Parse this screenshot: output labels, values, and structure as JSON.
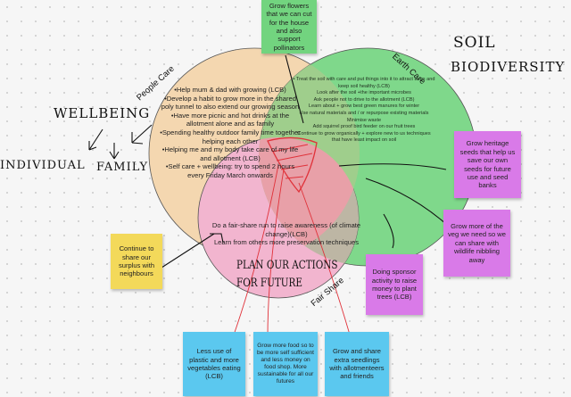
{
  "colors": {
    "people_care": "#f4d7b0",
    "earth_care": "#7fd88b",
    "fair_share": "#f2b5cf",
    "overlap_pe": "#b9c79a",
    "overlap_ef": "#bdb6a4",
    "red_ink": "#e0323a",
    "yellow_note": "#f3d95a",
    "green_note": "#72d47f",
    "purple_note": "#d97ae8",
    "blue_note": "#5bc8ef"
  },
  "venn": {
    "people_care": {
      "label": "People Care",
      "items": [
        "•Help mum & dad with growing (LCB)",
        "•Develop a habit to grow more in the shared poly tunnel to also extend our growing season",
        "•Have more picnic and hot drinks at the allotment alone and as family",
        "•Spending healthy outdoor family time together helping each other",
        "•Helping me and my body take care of my life and allotment (LCB)",
        "•Self care + wellbeing: try to spend 2 hours every Friday March onwards"
      ]
    },
    "earth_care": {
      "label": "Earth Care",
      "items": [
        "• Treat the soil with care and put things into it to attract bugs and keep soil healthy (LCB)",
        "Look after the soil +the important microbes",
        "Ask people not to drive to the allotment (LCB)",
        "Learn about + grow best green manures for winter",
        "Use natural materials and / or repurpose existing materials",
        "Minimise waste",
        "Add squirrel proof bird feeder on our fruit trees",
        "Continue to grow organically + explore new to us techniques that have least impact on soil"
      ]
    },
    "fair_share": {
      "label": "Fair Share",
      "items": [
        "Do a fair-share run to raise awareness (of climate change)(LCB)",
        "Learn from others more preservation techniques"
      ]
    }
  },
  "handwriting": {
    "wellbeing": "WELLBEING",
    "individual": "INDIVIDUAL",
    "family": "FAMILY",
    "soil": "SOIL",
    "biodiversity": "BIODIVERSITY",
    "plan1": "PLAN OUR ACTIONS",
    "plan2": "FOR FUTURE"
  },
  "notes": {
    "flowers": "Grow flowers that we can cut for the house and also support pollinators",
    "surplus": "Continue to share our surplus with neighbours",
    "heritage": "Grow heritage seeds that help us save our own seeds for future use and seed banks",
    "veg": "Grow more of the veg we need so we can share with wildlife nibbling away",
    "sponsor": "Doing sponsor activity to raise money to plant trees (LCB)",
    "plastic": "Less use of plastic and more vegetables eating (LCB)",
    "food": "Grow more food so to be more self sufficient and less money on food shop. More sustainable for all our futures",
    "seedlings": "Grow and share extra seedlings with allotmenteers and friends"
  }
}
